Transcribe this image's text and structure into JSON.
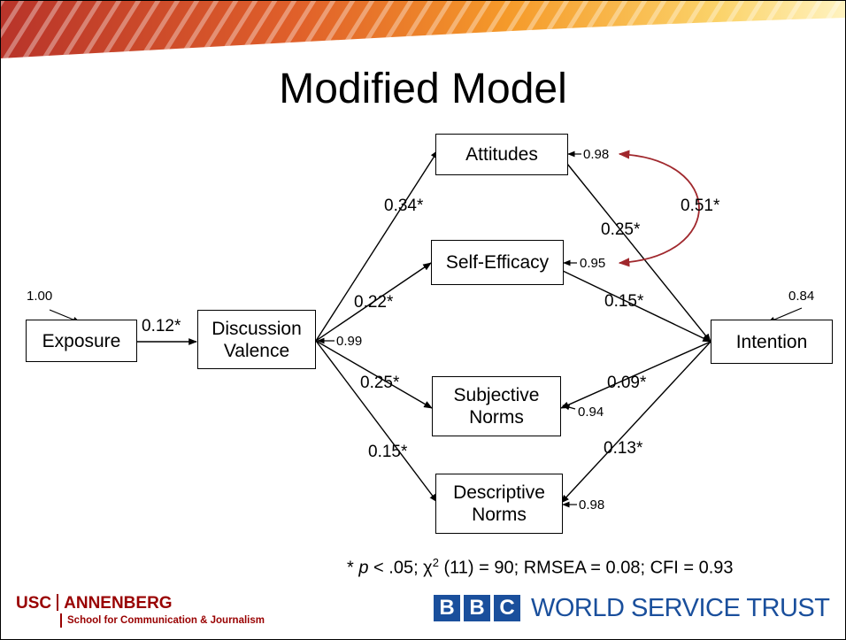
{
  "title": "Modified Model",
  "nodes": {
    "exposure": "Exposure",
    "discussion_valence": [
      "Discussion",
      "Valence"
    ],
    "attitudes": "Attitudes",
    "self_efficacy": "Self-Efficacy",
    "subjective_norms": [
      "Subjective",
      "Norms"
    ],
    "descriptive_norms": [
      "Descriptive",
      "Norms"
    ],
    "intention": "Intention"
  },
  "paths": {
    "exposure_to_discussion": "0.12*",
    "discussion_to_attitudes": "0.34*",
    "discussion_to_self_efficacy": "0.22*",
    "discussion_to_subjective_norms": "0.25*",
    "discussion_to_descriptive_norms": "0.15*",
    "attitudes_to_intention": "0.25*",
    "self_efficacy_to_intention": "0.15*",
    "subjective_norms_to_intention": "0.09*",
    "descriptive_norms_to_intention": "0.13*",
    "attitudes_self_efficacy_covariance": "0.51*"
  },
  "residuals": {
    "exposure": "1.00",
    "discussion_valence": "0.99",
    "attitudes": "0.98",
    "self_efficacy": "0.95",
    "subjective_norms": "0.94",
    "descriptive_norms": "0.98",
    "intention": "0.84"
  },
  "fit_stats": {
    "star": "* ",
    "p": "p",
    "p_rest": " < .05; χ",
    "sup": "2",
    "rest": " (11) = 90; RMSEA = 0.08; CFI = 0.93"
  },
  "logos": {
    "usc_prefix": "USC",
    "usc_name": "ANNENBERG",
    "usc_subtitle": "School for Communication & Journalism",
    "bbc_letters": [
      "B",
      "B",
      "C"
    ],
    "bbc_text": "WORLD SERVICE TRUST"
  },
  "colors": {
    "covariance_arrow": "#a0282d",
    "usc_red": "#990000",
    "bbc_blue": "#1a4f9c",
    "banner_gradient": [
      "#c0392b",
      "#e8701a",
      "#f7b733"
    ]
  }
}
